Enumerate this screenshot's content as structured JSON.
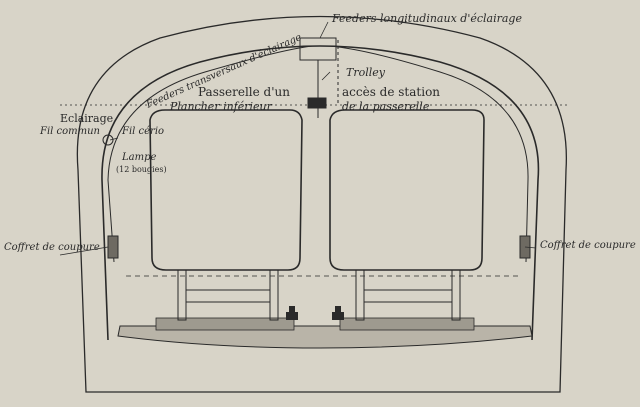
{
  "labels": {
    "feeders_longitudinaux": "Feeders longitudinaux d'éclairage",
    "feeders_transversaux": "Feeders transversaux d'éclairage",
    "trolley": "Trolley",
    "passerelle": "Passerelle d'un",
    "acces_station": "accès de station",
    "plancher_inferieur": "Plancher inférieur",
    "de_la_passerelle": "de la passerelle",
    "eclairage": "Eclairage",
    "fil_commun": "Fil commun",
    "fil_cerio": "Fil cério",
    "lampe": "Lampe",
    "bougies": "(12 bougies)",
    "coffret_left": "Coffret de coupure",
    "coffret_right": "Coffret de coupure"
  },
  "colors": {
    "paper": "#d8d4c8",
    "ink": "#2a2a2a",
    "ground": "#b9b4a8"
  }
}
